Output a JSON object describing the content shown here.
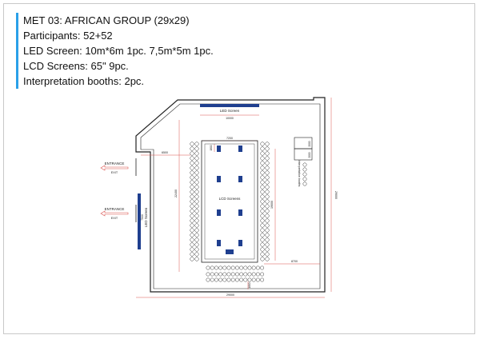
{
  "info": {
    "title": "MET 03: AFRICAN GROUP (29x29)",
    "participants": "Participants: 52+52",
    "led_screen": "LED Screen: 10m*6m 1pc. 7,5m*5m 1pc.",
    "lcd_screens": "LCD Screens: 65\" 9pc.",
    "booths": "Interpretation booths: 2pc."
  },
  "plan": {
    "led_top_label": "LED Screen",
    "led_top_dim": "10000",
    "led_left_label": "LED Screen",
    "led_left_dim": "7500",
    "lcd_label": "LCD Screens",
    "entrance_1": {
      "label": "ENTRANCE",
      "sub": "EXIT"
    },
    "entrance_2": {
      "label": "ENTRANCE",
      "sub": "EXIT"
    },
    "dim_table_width": "7200",
    "dim_top_gap": "6500",
    "dim_left_height": "22400",
    "dim_right_height": "19000",
    "dim_total_width": "29000",
    "dim_total_height": "29000",
    "dim_bottom_right": "8700",
    "dim_small_top": "1800",
    "dim_small_bottom": "1800",
    "booth_label": "Interpretation booths",
    "booth_dim_1": "2000",
    "booth_dim_2": "2000"
  },
  "colors": {
    "accent": "#2aa0e8",
    "screen": "#1f3f8f",
    "dimension": "#d9534f"
  }
}
